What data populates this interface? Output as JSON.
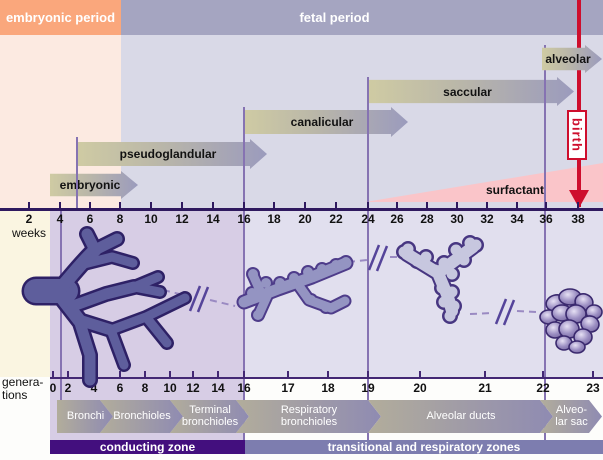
{
  "title_bands": {
    "embryonic_period": "embryonic period",
    "fetal_period": "fetal period"
  },
  "stage_arrows": [
    {
      "label": "embryonic",
      "approx_weeks": [
        3.5,
        8
      ]
    },
    {
      "label": "pseudoglandular",
      "approx_weeks": [
        5,
        17
      ]
    },
    {
      "label": "canalicular",
      "approx_weeks": [
        16,
        26
      ]
    },
    {
      "label": "saccular",
      "approx_weeks": [
        24,
        38
      ]
    },
    {
      "label": "alveolar",
      "approx_weeks": [
        36,
        40
      ]
    }
  ],
  "birth": {
    "label": "birth"
  },
  "surfactant": {
    "label": "surfactant"
  },
  "axes": {
    "weeks": {
      "caption": "weeks",
      "labels": [
        "2",
        "4",
        "6",
        "8",
        "10",
        "12",
        "14",
        "16",
        "18",
        "20",
        "22",
        "24",
        "26",
        "28",
        "30",
        "32",
        "34",
        "36",
        "38"
      ]
    },
    "generations": {
      "caption": "genera-\ntions",
      "labels": [
        "0",
        "2",
        "4",
        "6",
        "8",
        "10",
        "12",
        "14",
        "16",
        "17",
        "18",
        "19",
        "20",
        "21",
        "22",
        "23"
      ]
    }
  },
  "airway_arrows": [
    {
      "label": "Bronchi",
      "approx_generations": [
        1,
        5
      ]
    },
    {
      "label": "Bronchioles",
      "approx_generations": [
        5,
        11
      ]
    },
    {
      "label": "Terminal\nbronchioles",
      "approx_generations": [
        11,
        16
      ]
    },
    {
      "label": "Respiratory\nbronchioles",
      "approx_generations": [
        16,
        19
      ]
    },
    {
      "label": "Alveolar ducts",
      "approx_generations": [
        19,
        22
      ]
    },
    {
      "label": "Alveo-\nlar sac",
      "approx_generations": [
        22,
        23
      ]
    }
  ],
  "zones": {
    "conducting": "conducting zone",
    "transitional": "transitional and respiratory zones"
  },
  "colors": {
    "embryonic_band": "#FAA77C",
    "fetal_band": "#A5A5C1",
    "peach_bg": "#FCEAE1",
    "lavender_bg": "#D9D9E7",
    "panel_bg": "#D7CDE5",
    "cream_bg": "#FAF5E1",
    "lower_right_bg": "#E1DFEE",
    "stage_arrow_gradient": [
      "#CFCBA3",
      "#9B9BBD"
    ],
    "airway_arrow_gradient": [
      "#B2AD9B",
      "#8F8BB2"
    ],
    "conducting_zone": "#430F7E",
    "transitional_zone": "#7D7DAF",
    "birth_red": "#CE0E2D",
    "surfactant_pink": "#FAC5C9",
    "axis_line": "#2F195F",
    "guide_line": "#8673B2"
  }
}
